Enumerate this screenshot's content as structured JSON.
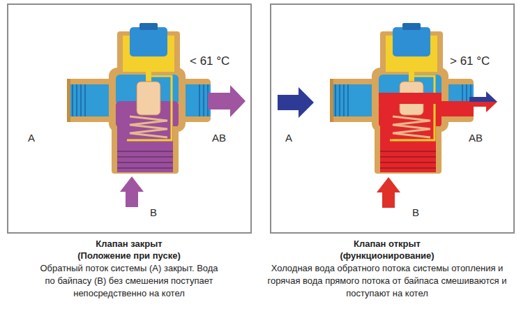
{
  "diagram": {
    "nodes": [
      {
        "text": [
          "< 61 °C",
          "A",
          "AB",
          "B"
        ]
      },
      {
        "text": [
          "> 61 °C",
          "A",
          "AB",
          "B"
        ]
      }
    ],
    "labels": [
      "Клапан закрыт",
      "(Положение при пуске)",
      "Обратный поток системы (А) закрыт. Вода по байпасу (В) без смешения поступает непосредственно на котел",
      "Клапан открыт",
      "(функционирование)",
      "Холодная вода обратного потока системы отопления и горячая вода прямого потока от байпаса смешиваются и поступают на котел"
    ]
  }
}
